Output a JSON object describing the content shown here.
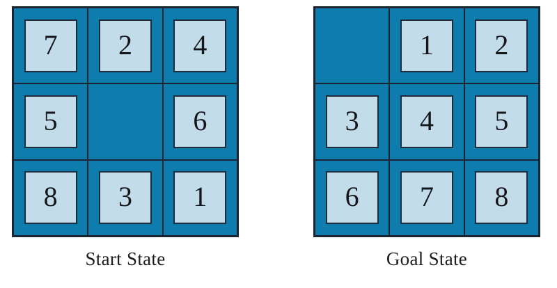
{
  "figure": {
    "type": "8-puzzle-diagram",
    "background_color": "#ffffff"
  },
  "colors": {
    "cell_background": "#0e7cad",
    "tile_face": "#c2dcea",
    "grid_line": "#1a2433",
    "tile_border": "#1f2b3a",
    "number_color": "#14161c",
    "label_color": "#1d1d21"
  },
  "puzzles": [
    {
      "id": "start-state",
      "label": "Start State",
      "rows": [
        [
          "7",
          "2",
          "4"
        ],
        [
          "5",
          "",
          "6"
        ],
        [
          "8",
          "3",
          "1"
        ]
      ],
      "blank_position": {
        "row": 1,
        "col": 1
      }
    },
    {
      "id": "goal-state",
      "label": "Goal State",
      "rows": [
        [
          "",
          "1",
          "2"
        ],
        [
          "3",
          "4",
          "5"
        ],
        [
          "6",
          "7",
          "8"
        ]
      ],
      "blank_position": {
        "row": 0,
        "col": 0
      }
    }
  ]
}
